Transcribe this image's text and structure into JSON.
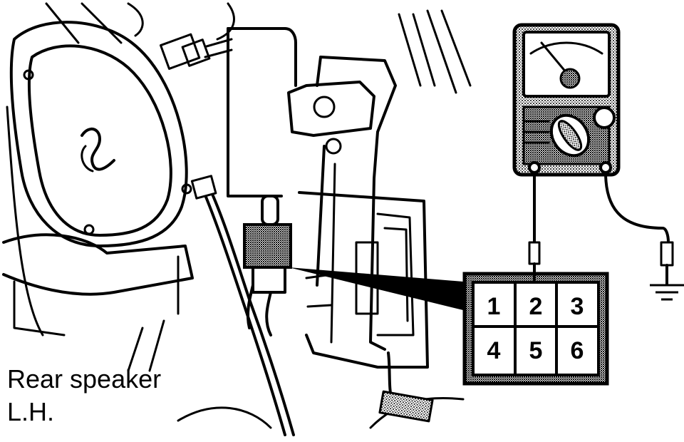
{
  "caption": {
    "line1": "Rear speaker",
    "line2": "L.H."
  },
  "connector": {
    "pins": [
      "1",
      "2",
      "3",
      "4",
      "5",
      "6"
    ]
  },
  "colors": {
    "ink": "#000000",
    "paper": "#ffffff",
    "shade": "#8a8a8a"
  }
}
